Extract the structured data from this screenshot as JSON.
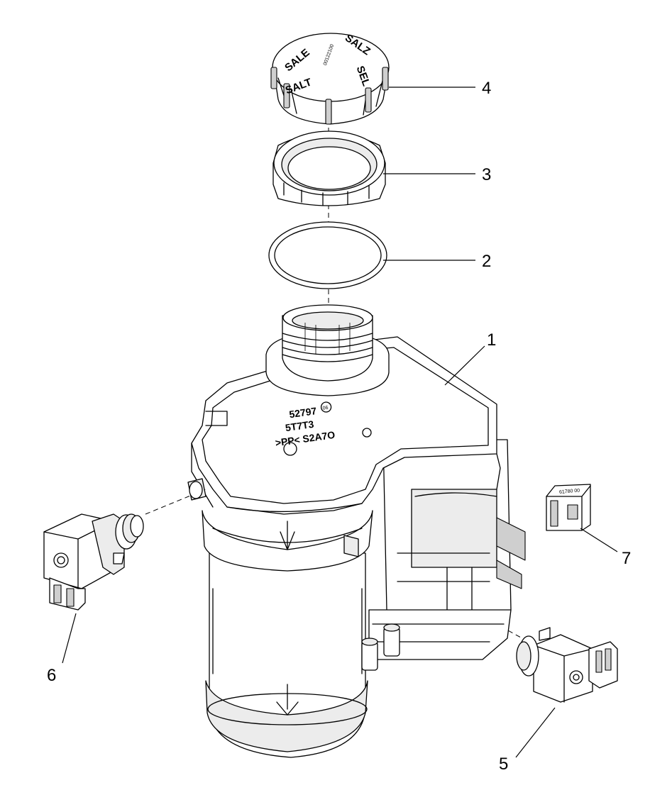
{
  "parts": [
    {
      "num": "1",
      "name": "salt-container"
    },
    {
      "num": "2",
      "name": "sealing-ring"
    },
    {
      "num": "3",
      "name": "threaded-ring"
    },
    {
      "num": "4",
      "name": "salt-cap"
    },
    {
      "num": "5",
      "name": "solenoid-valve"
    },
    {
      "num": "6",
      "name": "solenoid-valve"
    },
    {
      "num": "7",
      "name": "switch-sensor"
    }
  ],
  "cap_labels": {
    "sale": "SALE",
    "salz": "SALZ",
    "sel": "SEL",
    "salt": "SALT",
    "code": "00122100"
  },
  "container_labels": {
    "line1": ">PP< S2A7O",
    "line2": "5T7T3",
    "line3": "52797",
    "mark": "06"
  },
  "small_labels": {
    "part7_code": "61780 00"
  }
}
